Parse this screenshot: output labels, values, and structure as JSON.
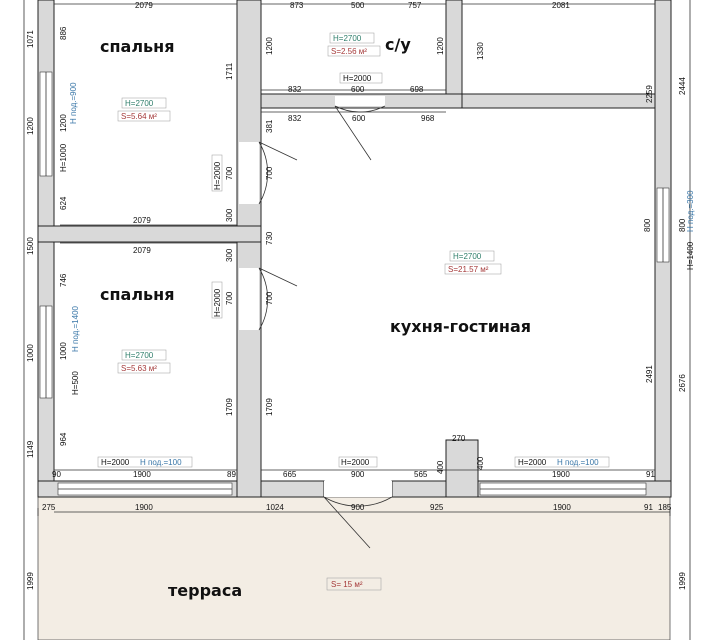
{
  "rooms": {
    "bedroom1": {
      "name": "спальня",
      "height": "H=2700",
      "area": "S=5.64 м²"
    },
    "bathroom": {
      "name": "с/у",
      "height": "H=2700",
      "area": "S=2.56 м²"
    },
    "bedroom2": {
      "name": "спальня",
      "height": "H=2700",
      "area": "S=5.63 м²"
    },
    "kitchen": {
      "name": "кухня-гостиная",
      "height": "H=2700",
      "area": "S=21.57 м²"
    },
    "terrace": {
      "name": "терраса",
      "area": "S=  15  м²"
    }
  },
  "dims": {
    "top_bedroom1": "2079",
    "top_bath": "873",
    "top_right": "2081",
    "bath_500": "500",
    "bath_757": "757",
    "bath_1200_l": "1200",
    "bath_1200_r": "1200",
    "bath_1330": "1330",
    "bath_door_h": "H=2000",
    "bath_832": "832",
    "bath_600": "600",
    "bath_698": "698",
    "bath_832b": "832",
    "bath_600b": "600",
    "bath_968": "968",
    "left_1071": "1071",
    "left_886": "886",
    "left_1200": "1200",
    "left_1200b": "1200",
    "left_624": "624",
    "left_1500": "1500",
    "left_746": "746",
    "left_1000": "1000",
    "left_1000b": "1000",
    "left_964": "964",
    "left_1149": "1149",
    "left_1999": "1999",
    "win1_h": "H=1000",
    "win1_hp": "H под.=900",
    "win2_h": "H=500",
    "win2_hp": "H под.=1400",
    "mid_1711": "1711",
    "mid_381": "381",
    "mid_700a": "700",
    "mid_700b": "700",
    "mid_300a": "300",
    "mid_730": "730",
    "mid_300b": "300",
    "mid_700c": "700",
    "mid_700d": "700",
    "mid_1709a": "1709",
    "mid_1709b": "1709",
    "door1_h": "H=2000",
    "door2_h": "H=2000",
    "b1_bottom": "2079",
    "b2_top": "2079",
    "right_2444": "2444",
    "right_2259": "2259",
    "right_800a": "800",
    "right_800b": "800",
    "right_2491": "2491",
    "right_2676": "2676",
    "right_1999": "1999",
    "win3_h": "H=1400",
    "win3_hp": "H под.=300",
    "bot_90": "90",
    "bot_1900a": "1900",
    "bot_89": "89",
    "bot_665": "665",
    "bot_900a": "900",
    "bot_565": "565",
    "bot_400a": "400",
    "bot_270": "270",
    "bot_400b": "400",
    "bot_1900b": "1900",
    "bot_91": "91",
    "win4_h": "H=2000",
    "win4_hp": "H под.=100",
    "door3_h": "H=2000",
    "win5_h": "H=2000",
    "win5_hp": "H под.=100",
    "ext_275": "275",
    "ext_1900a": "1900",
    "ext_1024": "1024",
    "ext_900": "900",
    "ext_925": "925",
    "ext_1900b": "1900",
    "ext_91": "91",
    "ext_185": "185"
  },
  "colors": {
    "wall": "#d9d9d9",
    "terrace": "#f3ede4",
    "height": "#2e7d6a",
    "area": "#a53a3a",
    "sill": "#3a77a8"
  }
}
